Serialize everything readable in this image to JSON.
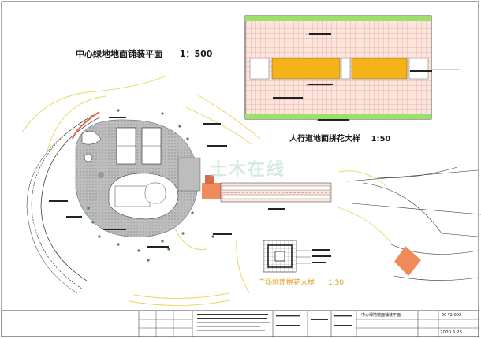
{
  "titles": {
    "main_plan": "中心绿地地面铺装平面",
    "main_plan_scale": "1：500",
    "sidewalk_detail": "人行道地面拼花大样",
    "sidewalk_detail_scale": "1:50",
    "square_detail": "广场地面拼花大样",
    "square_detail_scale": "1:50"
  },
  "watermark": "土木在线",
  "title_block": {
    "drawing_number": "00-Y2-002",
    "date": "2000.5.26",
    "drawing_title": "中心绿地地面铺装平面"
  },
  "colors": {
    "line": "#222222",
    "road": "#f0e080",
    "paving_grid": "#e06060",
    "paving_fill": "#fbe6dc",
    "green_band": "#9be06a",
    "yellow_band": "#f5b31a",
    "plaza_gray": "#b9b9b9",
    "orange_accent": "#f08a5a",
    "planting": "#3c8a3c"
  }
}
